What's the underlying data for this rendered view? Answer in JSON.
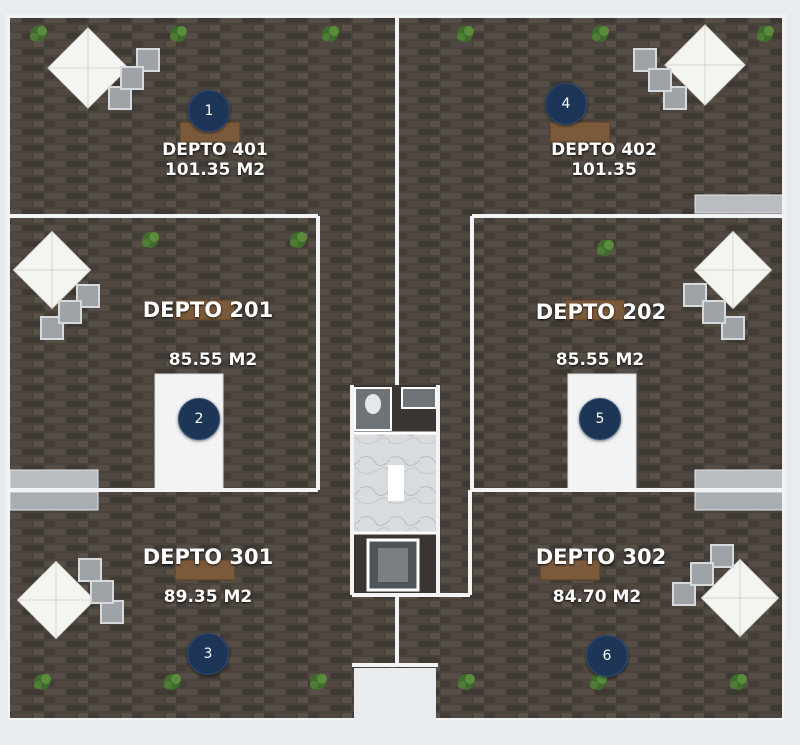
{
  "units": [
    {
      "id": "401",
      "name": "DEPTO 401",
      "area": "101.35 M2",
      "badge": "1"
    },
    {
      "id": "402",
      "name": "DEPTO 402",
      "area": "101.35",
      "badge": "4"
    },
    {
      "id": "201",
      "name": "DEPTO 201",
      "area": "85.55 M2",
      "badge": "2"
    },
    {
      "id": "202",
      "name": "DEPTO 202",
      "area": "85.55 M2",
      "badge": "5"
    },
    {
      "id": "301",
      "name": "DEPTO 301",
      "area": "89.35 M2",
      "badge": "3"
    },
    {
      "id": "302",
      "name": "DEPTO 302",
      "area": "84.70 M2",
      "badge": "6"
    }
  ],
  "colors": {
    "floor": "#4a433c",
    "wall": "#f2f3f4",
    "badge": "#1d3557",
    "background": "#e9ecef"
  }
}
